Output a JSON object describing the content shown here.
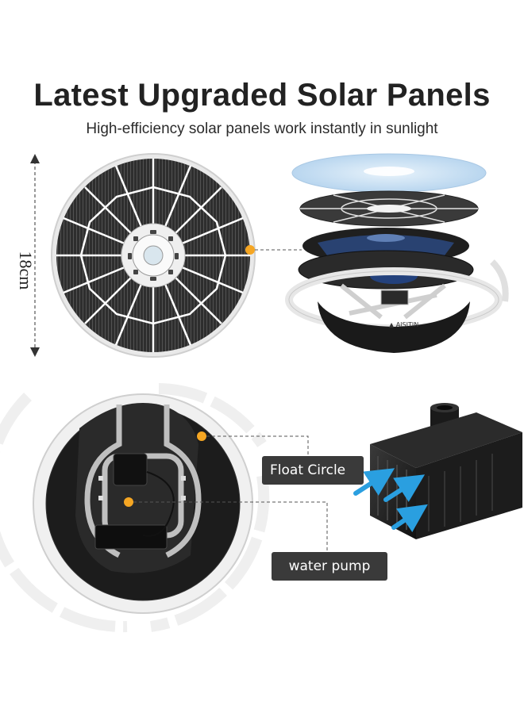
{
  "heading": {
    "title": "Latest Upgraded Solar Panels",
    "subtitle": "High-efficiency solar panels work instantly in sunlight"
  },
  "dimension": {
    "label": "18cm"
  },
  "callouts": {
    "float_circle": "Float Circle",
    "water_pump": "water pump"
  },
  "brand_logo": "AISITIN",
  "colors": {
    "accent_dot": "#f5a623",
    "callout_bg": "#3a3a3a",
    "panel_dark": "#2b2b2b",
    "arrow_blue": "#2a9fe0"
  }
}
